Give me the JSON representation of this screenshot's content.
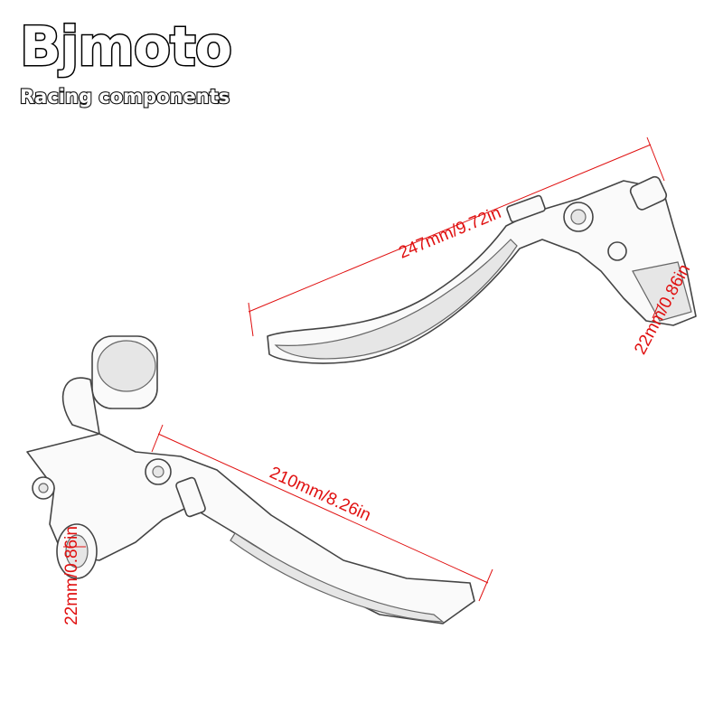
{
  "logo": {
    "brand": "Bjmoto",
    "tagline": "Racing components"
  },
  "dimensions": {
    "upper_lever_length": "247mm/9.72in",
    "lower_lever_length": "210mm/8.26in",
    "upper_bar_diameter": "22mm/0.86in",
    "lower_bar_diameter": "22mm/0.86in"
  },
  "colors": {
    "dimension": "#e01010",
    "outline": "#444444"
  }
}
